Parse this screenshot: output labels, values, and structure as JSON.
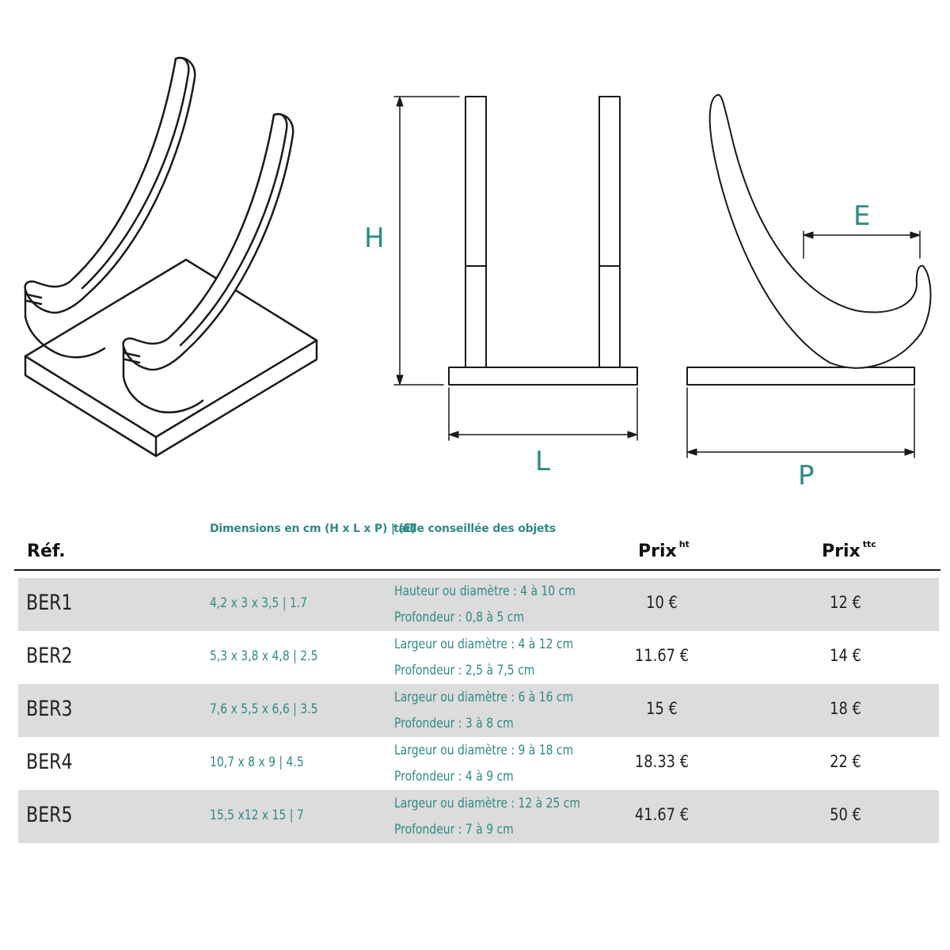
{
  "labels": {
    "h": "H",
    "l": "L",
    "e": "E",
    "p": "P"
  },
  "table": {
    "subheader_dimensions": "Dimensions en cm (H x L x P) | (E)",
    "subheader_size": "taille conseillée des objets",
    "header_ref": "Réf.",
    "header_prix_ht": "Prix",
    "header_prix_ht_sup": "ht",
    "header_prix_ttc": "Prix",
    "header_prix_ttc_sup": "ttc",
    "rows": [
      {
        "ref": "BER1",
        "dims": "4,2 x 3 x 3,5 | 1.7",
        "size1": "Hauteur ou diamètre : 4 à 10 cm",
        "size2": "Profondeur : 0,8 à 5 cm",
        "ht": "10 €",
        "ttc": "12 €"
      },
      {
        "ref": "BER2",
        "dims": "5,3 x 3,8 x 4,8 | 2.5",
        "size1": "Largeur ou diamètre : 4 à 12 cm",
        "size2": "Profondeur : 2,5 à 7,5 cm",
        "ht": "11.67 €",
        "ttc": "14 €"
      },
      {
        "ref": "BER3",
        "dims": "7,6 x 5,5 x 6,6 | 3.5",
        "size1": "Largeur ou diamètre : 6 à 16 cm",
        "size2": "Profondeur : 3 à 8 cm",
        "ht": "15 €",
        "ttc": "18 €"
      },
      {
        "ref": "BER4",
        "dims": "10,7 x 8 x 9 | 4.5",
        "size1": "Largeur ou diamètre : 9 à 18 cm",
        "size2": "Profondeur : 4 à 9 cm",
        "ht": "18.33 €",
        "ttc": "22 €"
      },
      {
        "ref": "BER5",
        "dims": "15,5 x12 x 15 | 7",
        "size1": "Largeur ou diamètre : 12 à 25 cm",
        "size2": "Profondeur : 7 à 9 cm",
        "ht": "41.67 €",
        "ttc": "50 €"
      }
    ]
  }
}
